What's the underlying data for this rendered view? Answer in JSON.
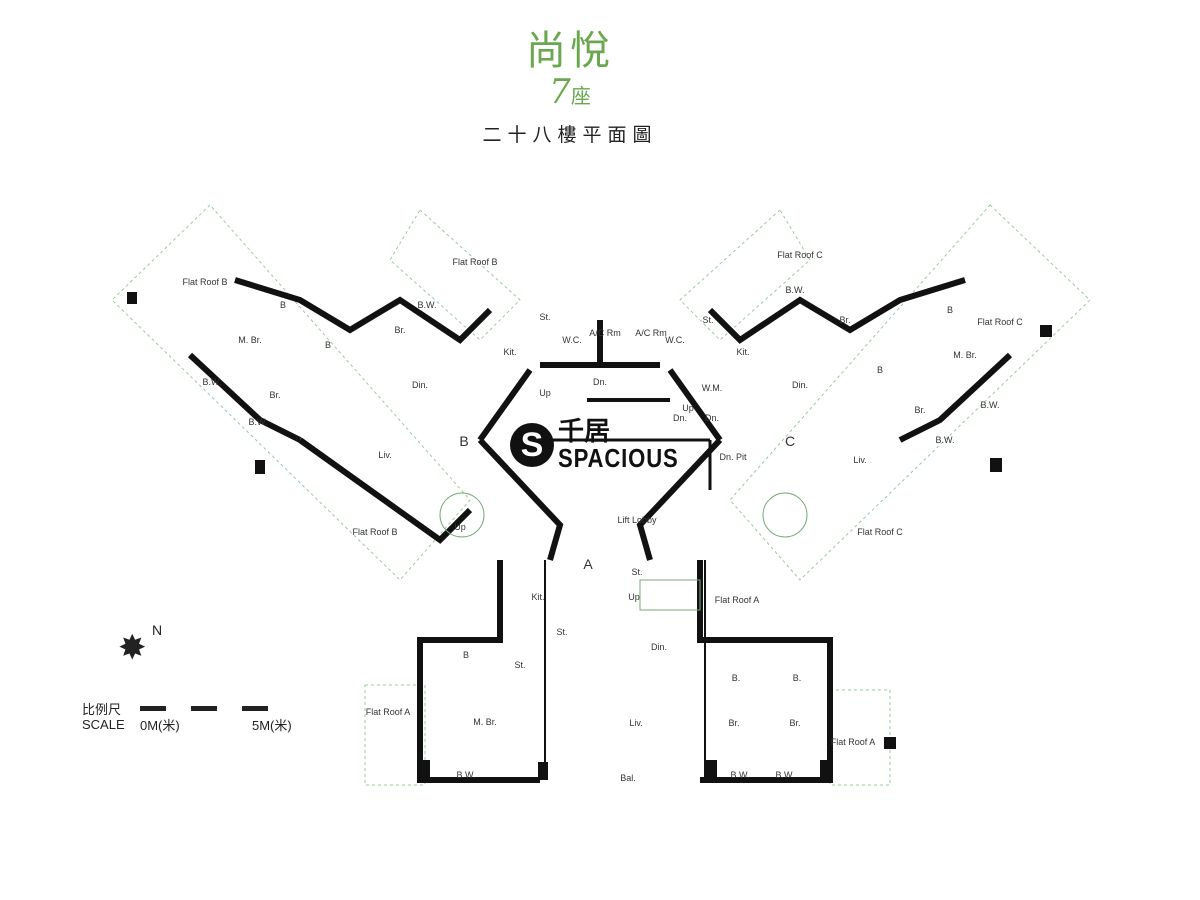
{
  "header": {
    "estate": "尚悅",
    "block_number": "7",
    "block_suffix": "座",
    "floor_plan": "二十八樓平面圖"
  },
  "logo": {
    "mark": "S",
    "chinese": "千居",
    "english": "SPACIOUS"
  },
  "compass": {
    "north": "N"
  },
  "scale": {
    "label_cn": "比例尺",
    "label_en": "SCALE",
    "start": "0M(米)",
    "end": "5M(米)"
  },
  "labels": {
    "flat_roof_b": "Flat Roof B",
    "flat_roof_c": "Flat Roof C",
    "flat_roof_a": "Flat Roof A",
    "bath": "B",
    "bath_dot": "B.",
    "master_bedroom": "M. Br.",
    "bedroom": "Br.",
    "bay_window": "B.W.",
    "dining": "Din.",
    "living": "Liv.",
    "kitchen": "Kit.",
    "store": "St.",
    "wc": "W.C.",
    "ac_room": "A/C Rm",
    "up": "Up",
    "down": "Dn.",
    "washing_machine": "W.M.",
    "down_pipe": "Dn. Pit",
    "lift_lobby": "Lift Lobby",
    "flat_a": "A",
    "flat_b": "B",
    "flat_c": "C",
    "balcony": "Bal."
  }
}
